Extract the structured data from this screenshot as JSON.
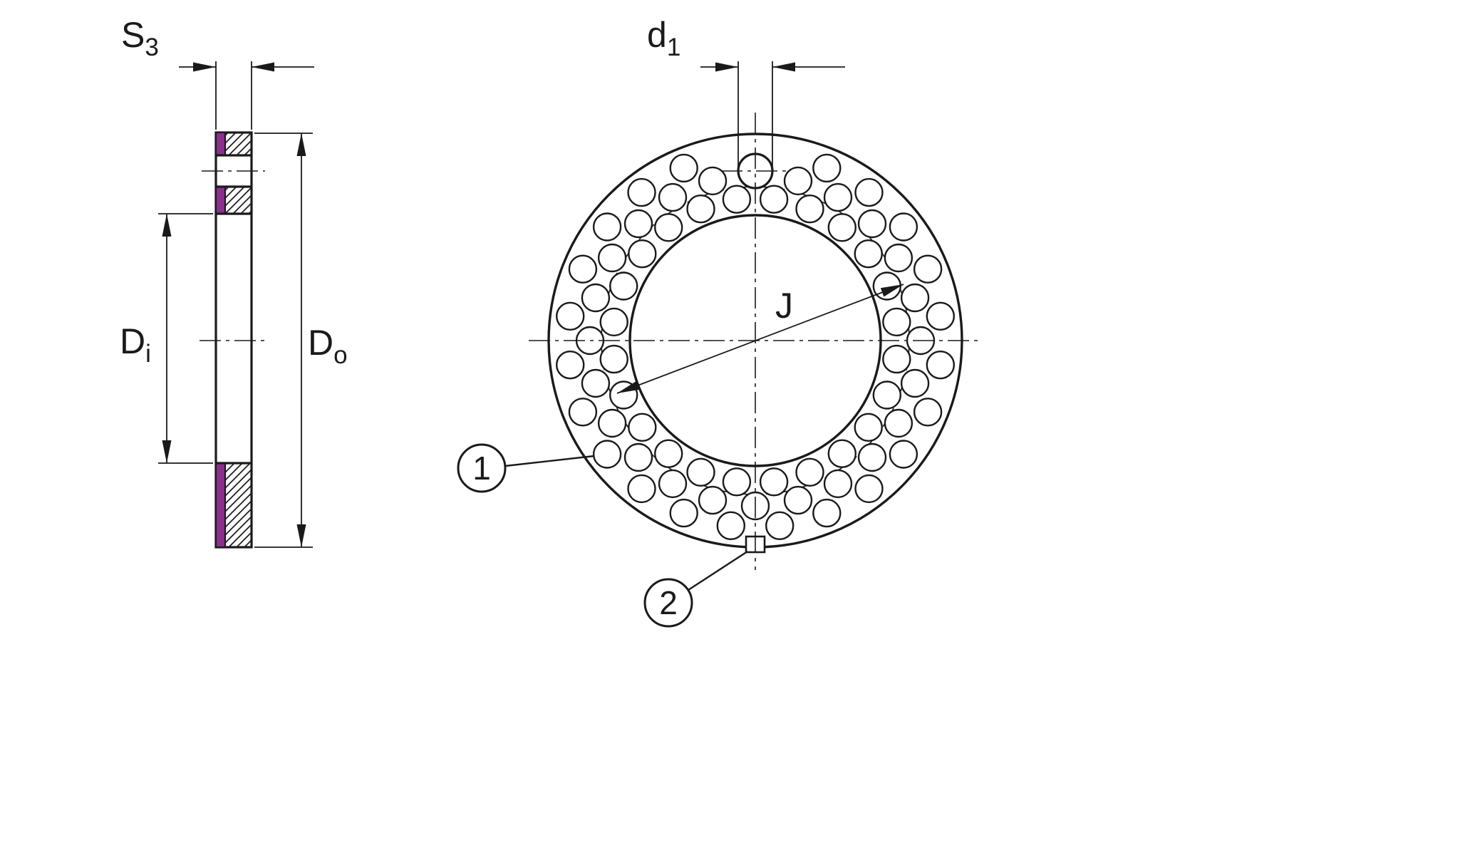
{
  "drawing": {
    "labels": {
      "s3": {
        "main": "S",
        "sub": "3"
      },
      "d1": {
        "main": "d",
        "sub": "1"
      },
      "dInner": {
        "main": "D",
        "sub": "i"
      },
      "dOuter": {
        "main": "D",
        "sub": "o"
      },
      "j": "J"
    },
    "callouts": {
      "c1": "1",
      "c2": "2"
    },
    "colors": {
      "line": "#1a1a1a",
      "layer_fill": "#8c2f8f",
      "background": "#ffffff"
    }
  }
}
